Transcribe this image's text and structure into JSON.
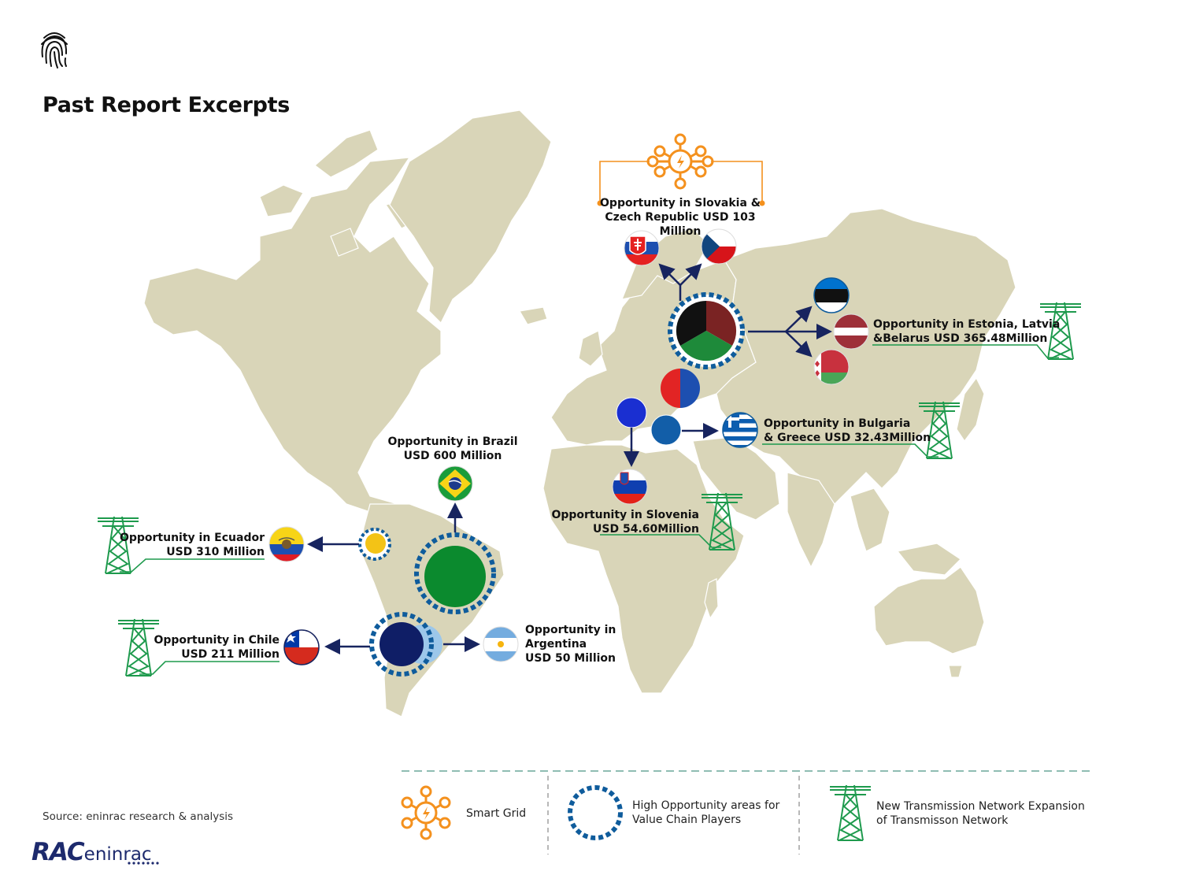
{
  "page": {
    "title": "Past Report Excerpts",
    "source": "Source: eninrac research & analysis",
    "brand": {
      "abbr": "RAC",
      "name": "eninrac"
    }
  },
  "colors": {
    "land": "#d9d5b8",
    "accent_blue": "#0f5c9c",
    "navy": "#17245f",
    "smart_grid_orange": "#f4911e",
    "tower_green": "#1e9a4d"
  },
  "callouts": {
    "slovakia_czech": {
      "line1": "Opportunity in Slovakia &",
      "line2": "Czech Republic USD 103 Million"
    },
    "estonia_latvia_belarus": {
      "line1": "Opportunity in Estonia, Latvia",
      "line2": "&Belarus USD 365.48Million"
    },
    "bulgaria_greece": {
      "line1": "Opportunity in Bulgaria",
      "line2": "& Greece USD 32.43Million"
    },
    "slovenia": {
      "line1": "Opportunity in Slovenia",
      "line2": "USD 54.60Million"
    },
    "brazil": {
      "line1": "Opportunity in Brazil",
      "line2": "USD 600 Million"
    },
    "ecuador": {
      "line1": "Opportunity in Ecuador",
      "line2": "USD 310 Million"
    },
    "chile": {
      "line1": "Opportunity in Chile",
      "line2": "USD 211 Million"
    },
    "argentina": {
      "line1": "Opportunity in",
      "line2": "Argentina",
      "line3": "USD 50 Million"
    }
  },
  "legend": {
    "smart_grid": {
      "icon": "smart-grid-icon",
      "label": "Smart Grid"
    },
    "high_opportunity": {
      "icon": "dotted-circle-icon",
      "line1": "High Opportunity areas for",
      "line2": "Value Chain Players"
    },
    "transmission": {
      "icon": "transmission-tower-icon",
      "line1": "New Transmission Network Expansion",
      "line2": "of Transmisson Network"
    }
  }
}
